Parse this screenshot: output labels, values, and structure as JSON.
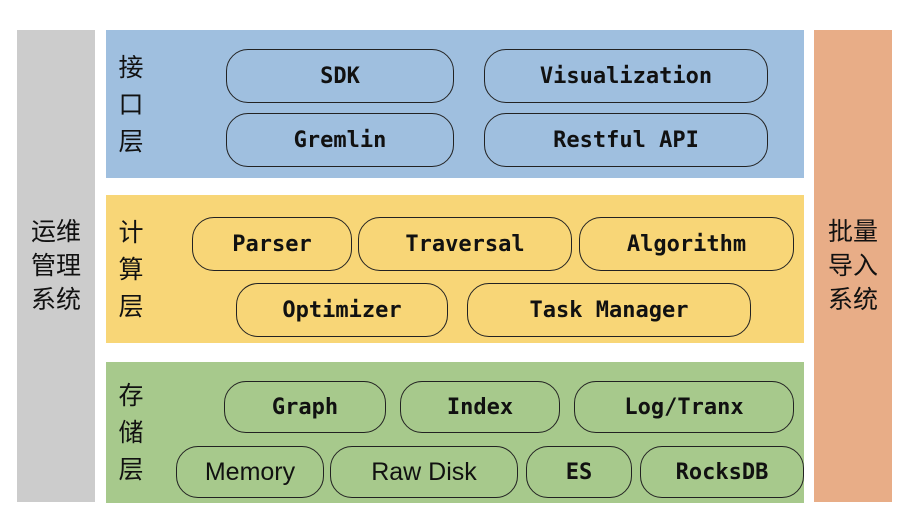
{
  "side": {
    "left": "运维\n管理\n系统",
    "right": "批量\n导入\n系统"
  },
  "layers": {
    "interface": {
      "title": "接\n口\n层",
      "items": [
        "SDK",
        "Visualization",
        "Gremlin",
        "Restful API"
      ]
    },
    "compute": {
      "title": "计\n算\n层",
      "items": [
        "Parser",
        "Traversal",
        "Algorithm",
        "Optimizer",
        "Task Manager"
      ]
    },
    "storage": {
      "title": "存\n储\n层",
      "items": [
        "Graph",
        "Index",
        "Log/Tranx",
        "Memory",
        "Raw Disk",
        "ES",
        "RocksDB"
      ]
    }
  },
  "colors": {
    "interface": "#9fbfdf",
    "compute": "#f8d677",
    "storage": "#a7c98c",
    "left_panel": "#cccccc",
    "right_panel": "#e8ad87"
  }
}
